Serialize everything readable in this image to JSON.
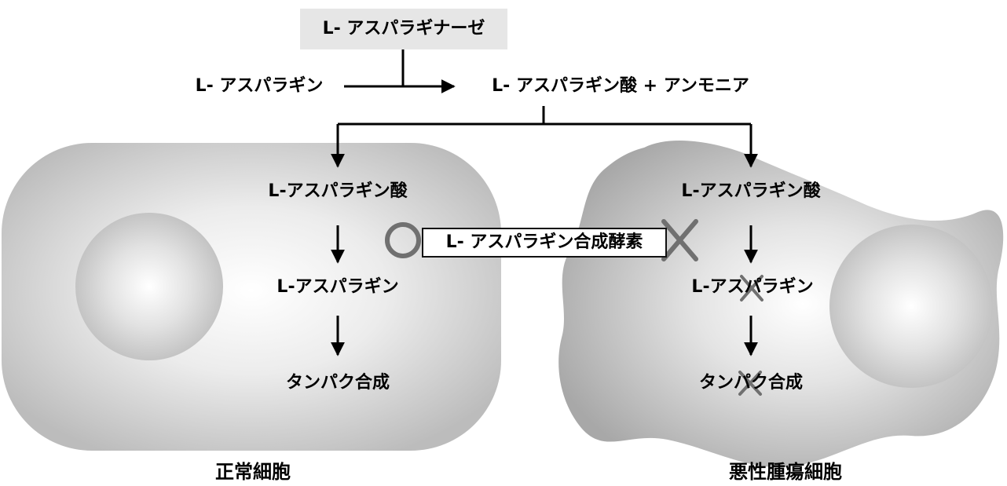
{
  "enzyme": "L- アスパラギナーゼ",
  "reaction": {
    "substrate": "L- アスパラギン",
    "product": "L- アスパラギン酸 + アンモニア"
  },
  "normal_cell": {
    "step1": "L-アスパラギン酸",
    "step2": "L-アスパラギン",
    "step3": "タンパク合成",
    "caption": "正常細胞",
    "status_mark": "circle"
  },
  "tumor_cell": {
    "step1": "L-アスパラギン酸",
    "step2": "L-アスパラギン",
    "step3": "タンパク合成",
    "caption": "悪性腫瘍細胞",
    "status_mark": "cross"
  },
  "synthase": "L- アスパラギン合成酵素",
  "colors": {
    "enzyme_box": "#e6e6e6",
    "cell_body": "#c8c8c8",
    "mark": "#707070",
    "arrow": "#000000"
  }
}
